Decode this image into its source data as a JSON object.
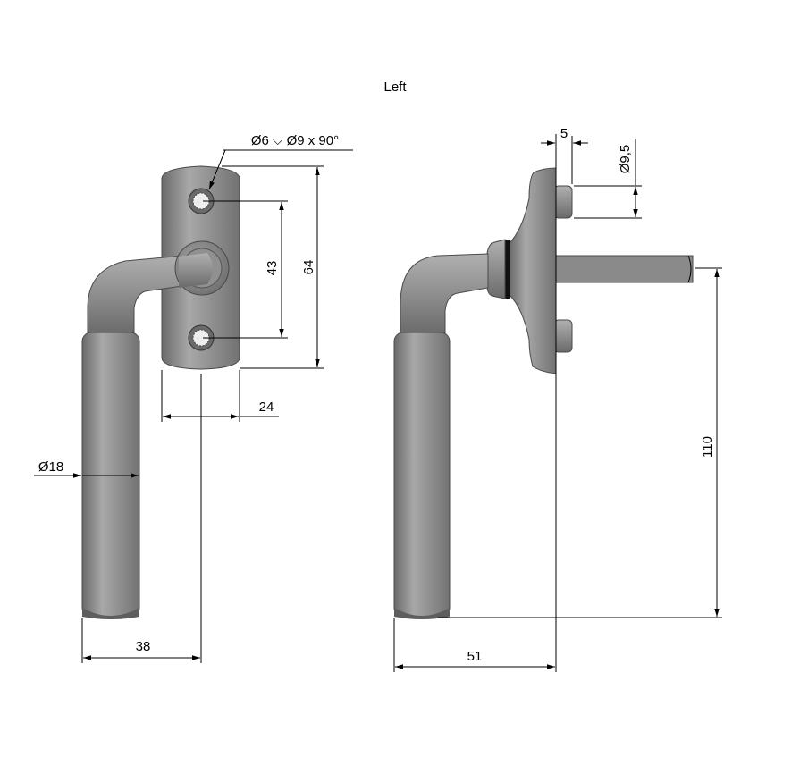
{
  "title": "Left",
  "front_view": {
    "hole_callout": "Ø6 ⌵ Ø9 x 90°",
    "dim_hole_spacing": "43",
    "dim_plate_height": "64",
    "dim_plate_width": "24",
    "dim_grip_diameter": "Ø18",
    "dim_handle_offset": "38"
  },
  "side_view": {
    "dim_pin_length": "5",
    "dim_pin_diameter": "Ø9,5",
    "dim_handle_length": "110",
    "dim_projection": "51"
  },
  "colors": {
    "metal": "#8c8c8c",
    "metal_light": "#b4b4b4",
    "metal_dark": "#5e5e5e",
    "line": "#000000"
  }
}
